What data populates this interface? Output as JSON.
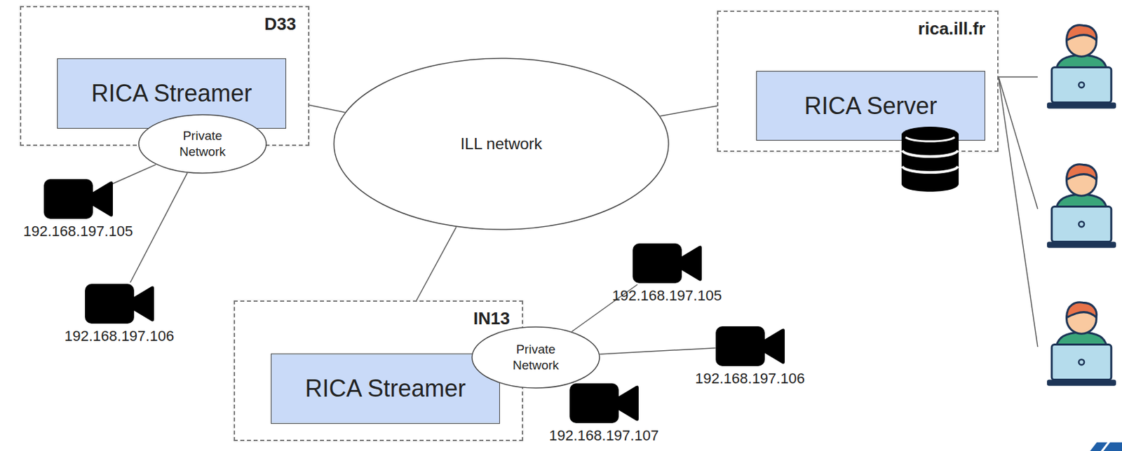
{
  "diagram": {
    "nodes": [
      {
        "text": [
          "D33"
        ]
      },
      {
        "text": [
          "RICA Streamer"
        ],
        "in": 0
      },
      {
        "text": [
          "Private Network"
        ]
      },
      {
        "text": [
          "ILL network"
        ]
      },
      {
        "text": [
          "rica.ill.fr"
        ]
      },
      {
        "text": [
          "RICA Server"
        ],
        "in": 4
      },
      {
        "text": [
          "192.168.197.105"
        ]
      },
      {
        "text": [
          "192.168.197.106"
        ]
      },
      {
        "text": [
          "IN13"
        ]
      },
      {
        "text": [
          "RICA Streamer"
        ],
        "in": 8
      },
      {
        "text": [
          "Private Network"
        ]
      },
      {
        "text": [
          "192.168.197.105"
        ]
      },
      {
        "text": [
          "192.168.197.106"
        ]
      },
      {
        "text": [
          "192.168.197.107"
        ]
      }
    ],
    "edges": [
      {
        "from": 0,
        "to": 3,
        "arrow": "none"
      },
      {
        "from": 3,
        "to": 4,
        "arrow": "none"
      },
      {
        "from": 3,
        "to": 8,
        "arrow": "none"
      },
      {
        "from": 2,
        "to": 6,
        "arrow": "none"
      },
      {
        "from": 2,
        "to": 7,
        "arrow": "none"
      },
      {
        "from": 10,
        "to": 11,
        "arrow": "none"
      },
      {
        "from": 10,
        "to": 12,
        "arrow": "none"
      },
      {
        "from": 10,
        "to": 13,
        "arrow": "none"
      }
    ]
  }
}
